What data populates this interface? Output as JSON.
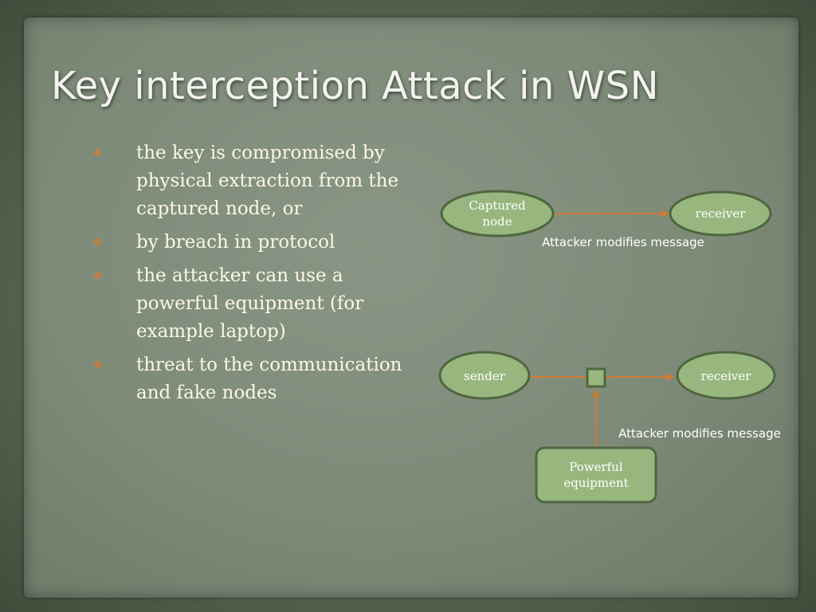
{
  "title": "Key interception Attack in WSN",
  "bullets": [
    {
      "text": "the key is compromised by physical extraction from the captured node, or"
    },
    {
      "text": "by breach in protocol"
    },
    {
      "text": "the attacker can use a powerful equipment (for example laptop)"
    },
    {
      "text": "threat to the communication and fake nodes"
    }
  ],
  "bullet_icon": "diamond-quad-icon",
  "diagram1": {
    "source_line1": "Captured",
    "source_line2": "node",
    "target": "receiver",
    "label": "Attacker modifies message"
  },
  "diagram2": {
    "source": "sender",
    "target": "receiver",
    "attacker_line1": "Powerful",
    "attacker_line2": "equipment",
    "label": "Attacker modifies message"
  },
  "colors": {
    "node_fill": "#97b77f",
    "node_border": "#4f6640",
    "arrow": "#d07a33",
    "bullet": "#c9803b",
    "title": "#f3f3ef",
    "body_text": "#fbf7e4"
  }
}
